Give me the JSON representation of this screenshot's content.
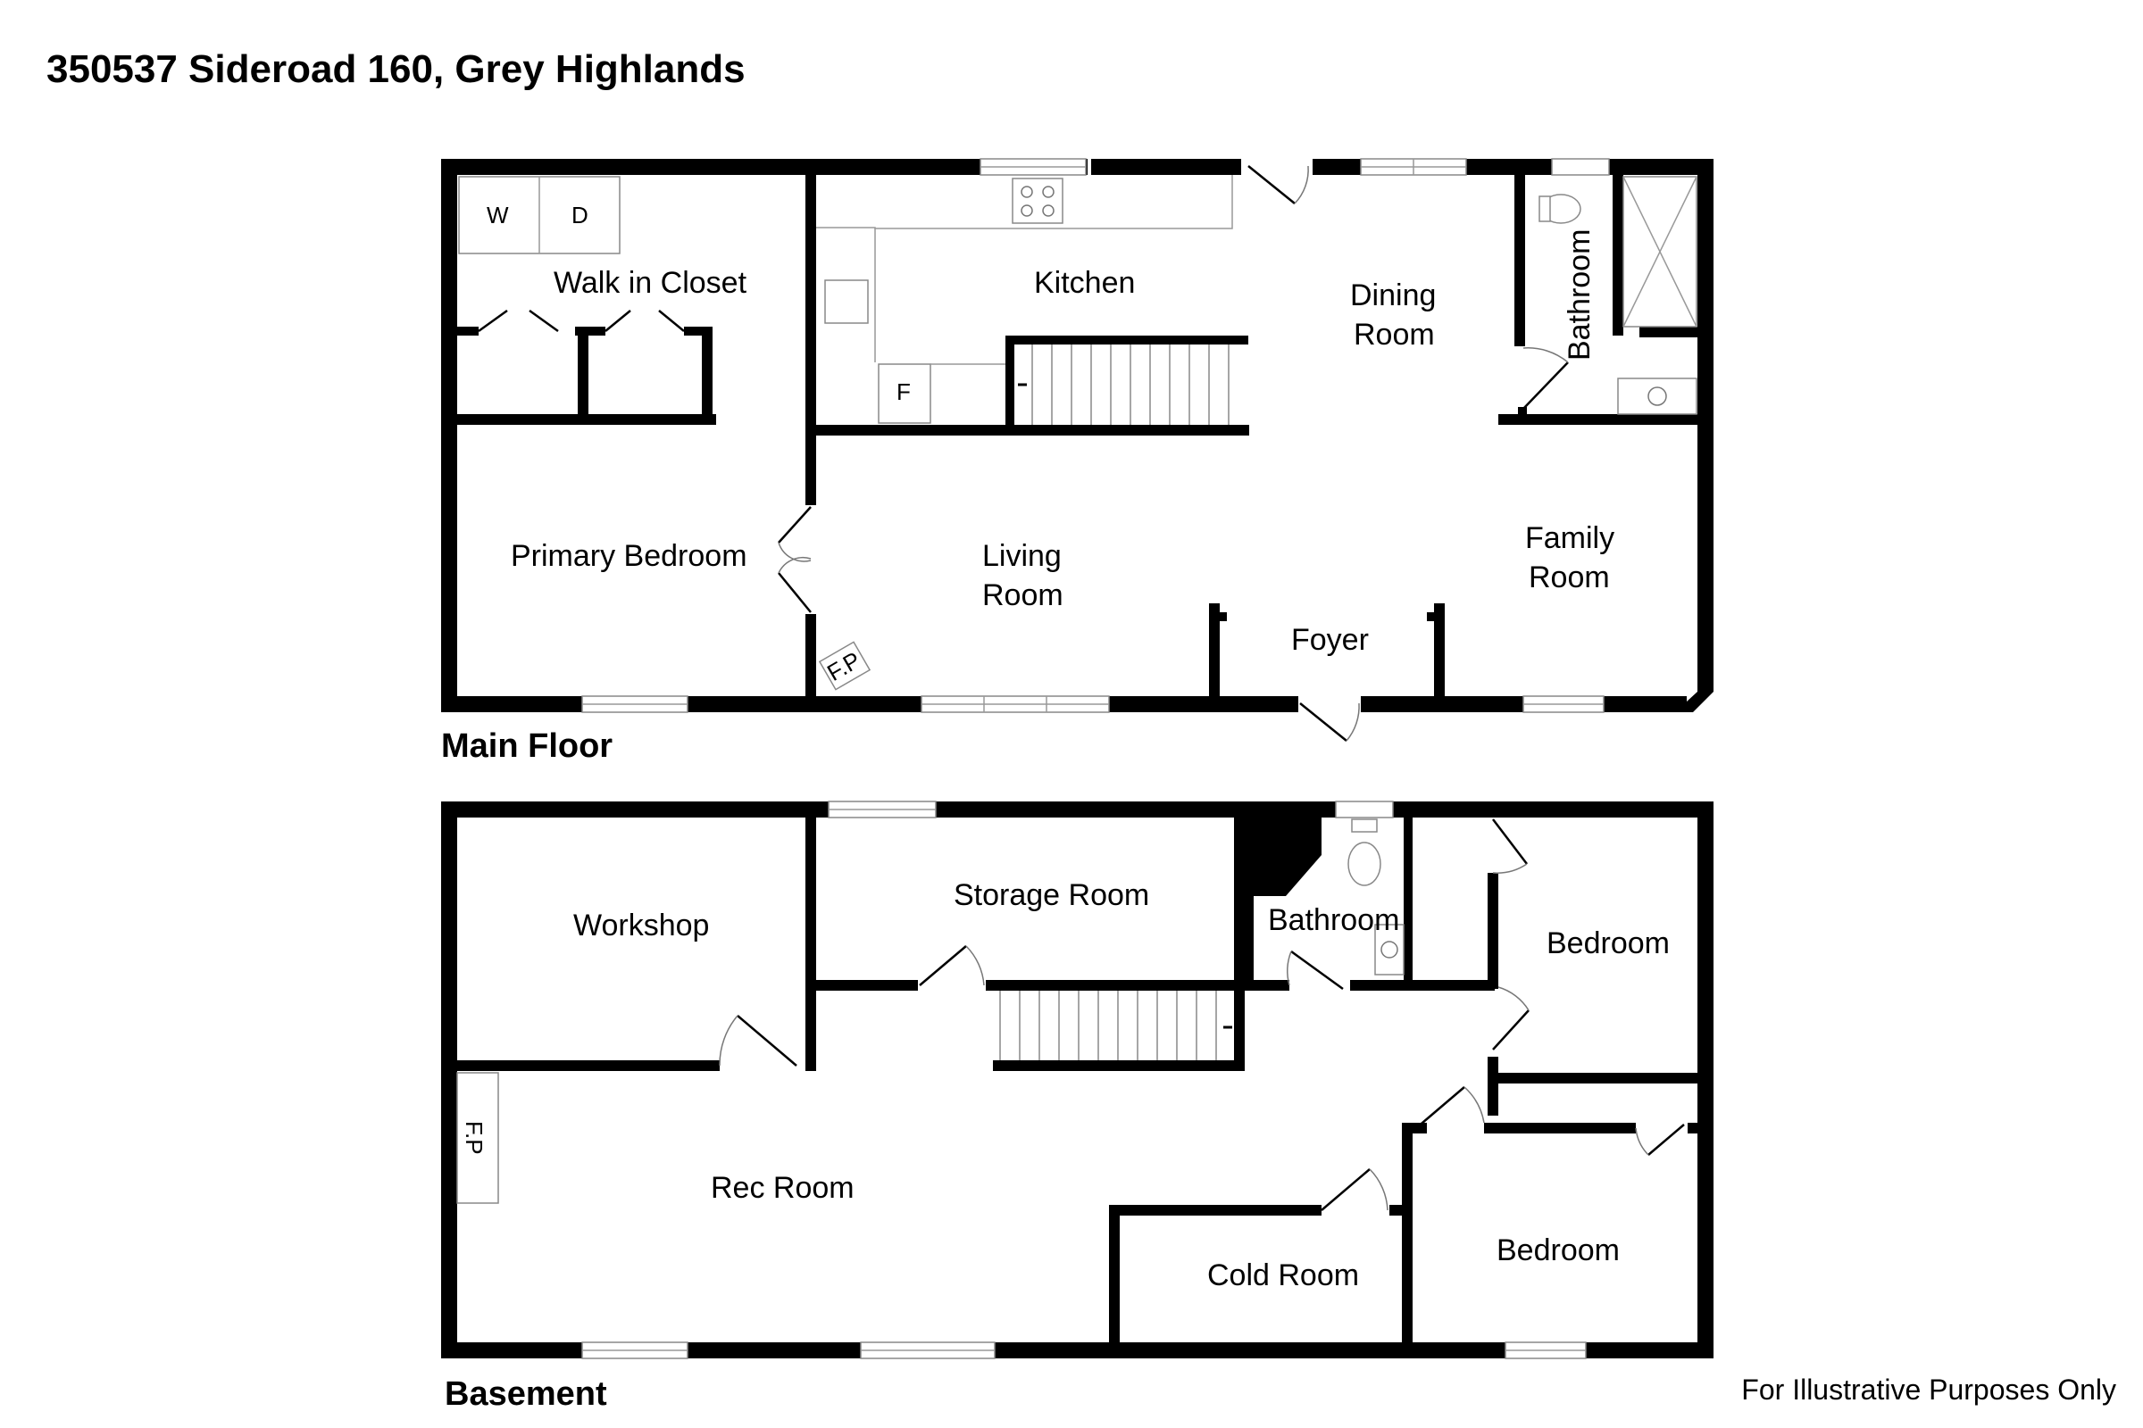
{
  "title": "350537 Sideroad 160, Grey Highlands",
  "disclaimer": "For Illustrative Purposes Only",
  "main_floor": {
    "label": "Main Floor",
    "rooms": {
      "walk_in_closet": "Walk in Closet",
      "kitchen": "Kitchen",
      "dining_line1": "Dining",
      "dining_line2": "Room",
      "bathroom": "Bathroom",
      "primary_bedroom": "Primary Bedroom",
      "living_line1": "Living",
      "living_line2": "Room",
      "family_line1": "Family",
      "family_line2": "Room",
      "foyer": "Foyer"
    },
    "fixtures": {
      "washer": "W",
      "dryer": "D",
      "fridge": "F",
      "fireplace": "F.P"
    }
  },
  "basement": {
    "label": "Basement",
    "rooms": {
      "workshop": "Workshop",
      "storage_room": "Storage Room",
      "bathroom": "Bathroom",
      "bedroom_1": "Bedroom",
      "rec_room": "Rec Room",
      "cold_room": "Cold Room",
      "bedroom_2": "Bedroom"
    },
    "fixtures": {
      "fireplace": "F.P"
    }
  }
}
